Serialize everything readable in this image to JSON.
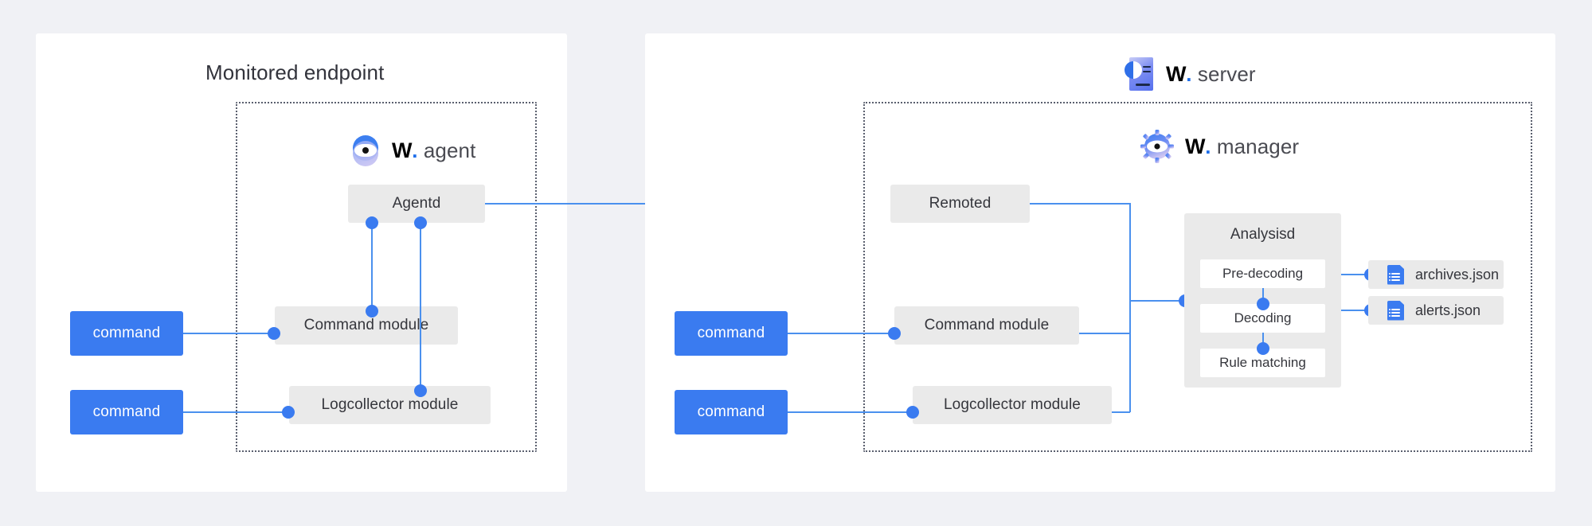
{
  "theme": {
    "page_bg": "#f0f1f5",
    "panel_bg": "#ffffff",
    "node_bg": "#eaeaea",
    "accent_blue": "#3a7bf0",
    "line_blue": "#4a90ee",
    "text_dark": "#35363c",
    "dotted_border": "#5a5f6e"
  },
  "endpoint": {
    "title": "Monitored endpoint",
    "brand": {
      "w": "W",
      "dot": ".",
      "name": "agent",
      "logo": "agent-eye-logo"
    },
    "nodes": {
      "agentd": "Agentd",
      "command_module": "Command module",
      "logcollector_module": "Logcollector module"
    },
    "commands": [
      {
        "label": "command"
      },
      {
        "label": "command"
      }
    ]
  },
  "server": {
    "brand": {
      "w": "W",
      "dot": ".",
      "name": "server",
      "logo": "server-rect-logo"
    },
    "manager_brand": {
      "w": "W",
      "dot": ".",
      "name": "manager",
      "logo": "manager-gear-eye-logo"
    },
    "nodes": {
      "remoted": "Remoted",
      "command_module": "Command module",
      "logcollector_module": "Logcollector module",
      "analysisd": "Analysisd"
    },
    "analysisd_stages": [
      "Pre-decoding",
      "Decoding",
      "Rule matching"
    ],
    "commands": [
      {
        "label": "command"
      },
      {
        "label": "command"
      }
    ],
    "outputs": [
      {
        "label": "archives.json",
        "icon": "json-document-icon"
      },
      {
        "label": "alerts.json",
        "icon": "json-document-icon"
      }
    ]
  }
}
